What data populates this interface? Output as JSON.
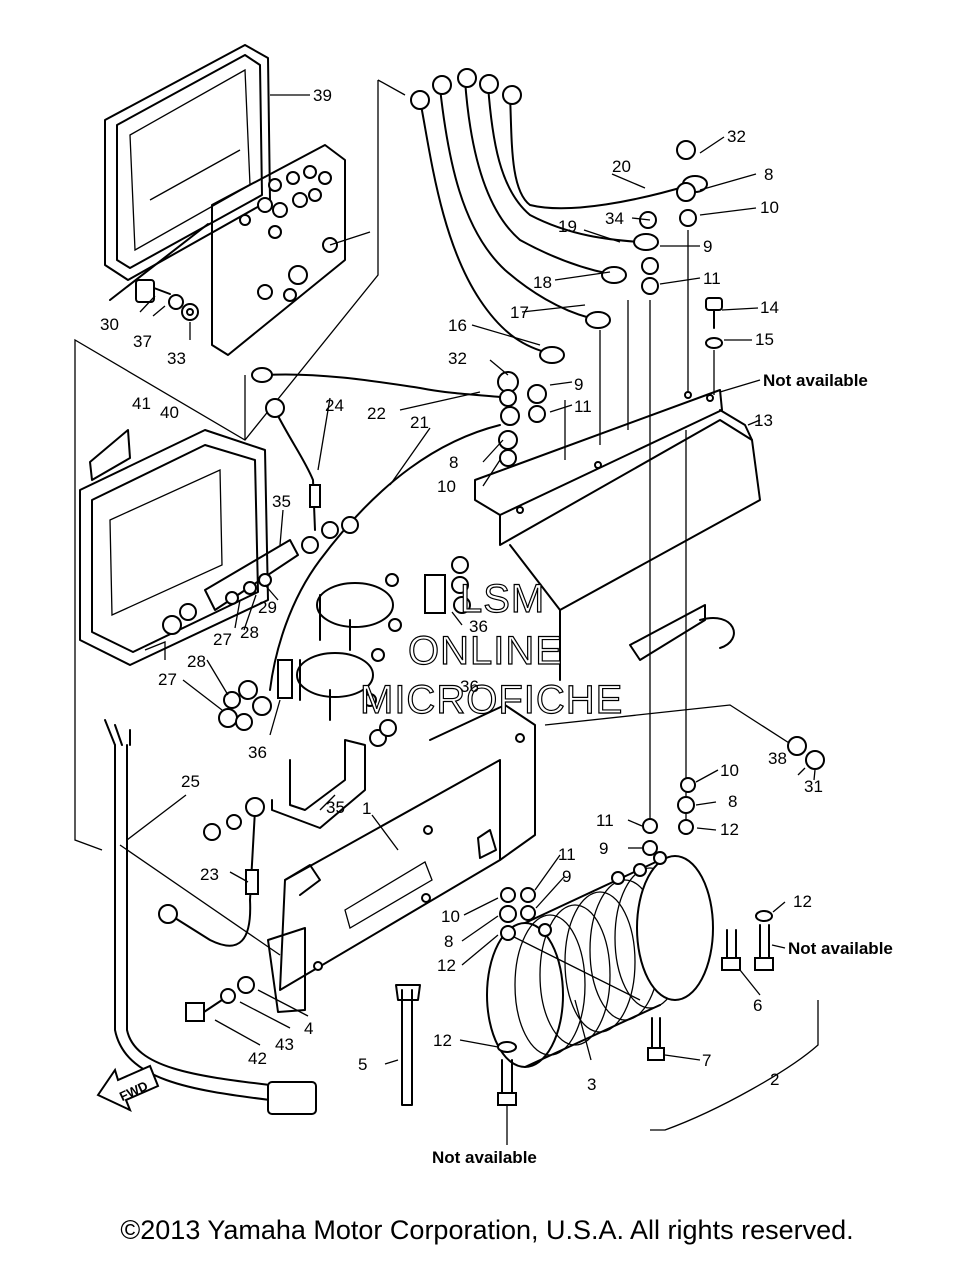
{
  "callouts": [
    "1",
    "2",
    "3",
    "4",
    "5",
    "6",
    "7",
    "8",
    "9",
    "10",
    "11",
    "12",
    "13",
    "14",
    "15",
    "16",
    "17",
    "18",
    "19",
    "20",
    "21",
    "22",
    "23",
    "24",
    "25",
    "27",
    "28",
    "29",
    "30",
    "31",
    "32",
    "33",
    "34",
    "35",
    "36",
    "37",
    "38",
    "39",
    "40",
    "41",
    "42",
    "43"
  ],
  "not_available_label": "Not available",
  "watermark": [
    "LSM",
    "ONLINE",
    "MICROFICHE"
  ],
  "direction_label": "FWD",
  "copyright": "©2013 Yamaha Motor Corporation, U.S.A. All rights reserved."
}
